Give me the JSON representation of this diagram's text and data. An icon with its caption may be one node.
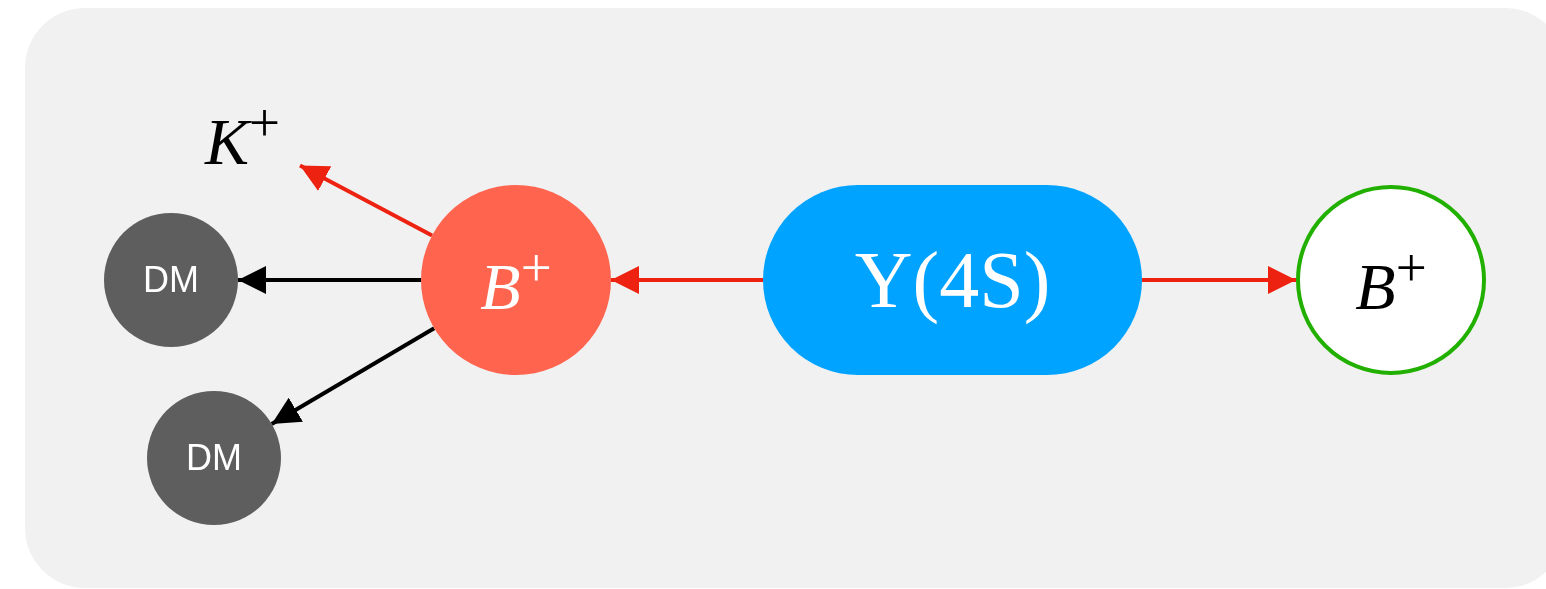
{
  "diagram": {
    "nodes": [
      {
        "text": [
          "Υ(4S)"
        ]
      },
      {
        "text": [
          "*B*$^{+}$"
        ]
      },
      {
        "text": [
          "*B*$^{+}$"
        ]
      },
      {
        "text": [
          "*K*$^{+}$"
        ]
      },
      {
        "text": [
          "DM"
        ]
      },
      {
        "text": [
          "DM"
        ]
      }
    ],
    "edges": [
      {
        "from": 0,
        "to": 1,
        "arrow": "to"
      },
      {
        "from": 0,
        "to": 2,
        "arrow": "to"
      },
      {
        "from": 1,
        "to": 3,
        "arrow": "to"
      },
      {
        "from": 1,
        "to": 4,
        "arrow": "to",
        "color": "#000000"
      },
      {
        "from": 1,
        "to": 5,
        "arrow": "to",
        "color": "#000000"
      }
    ]
  }
}
